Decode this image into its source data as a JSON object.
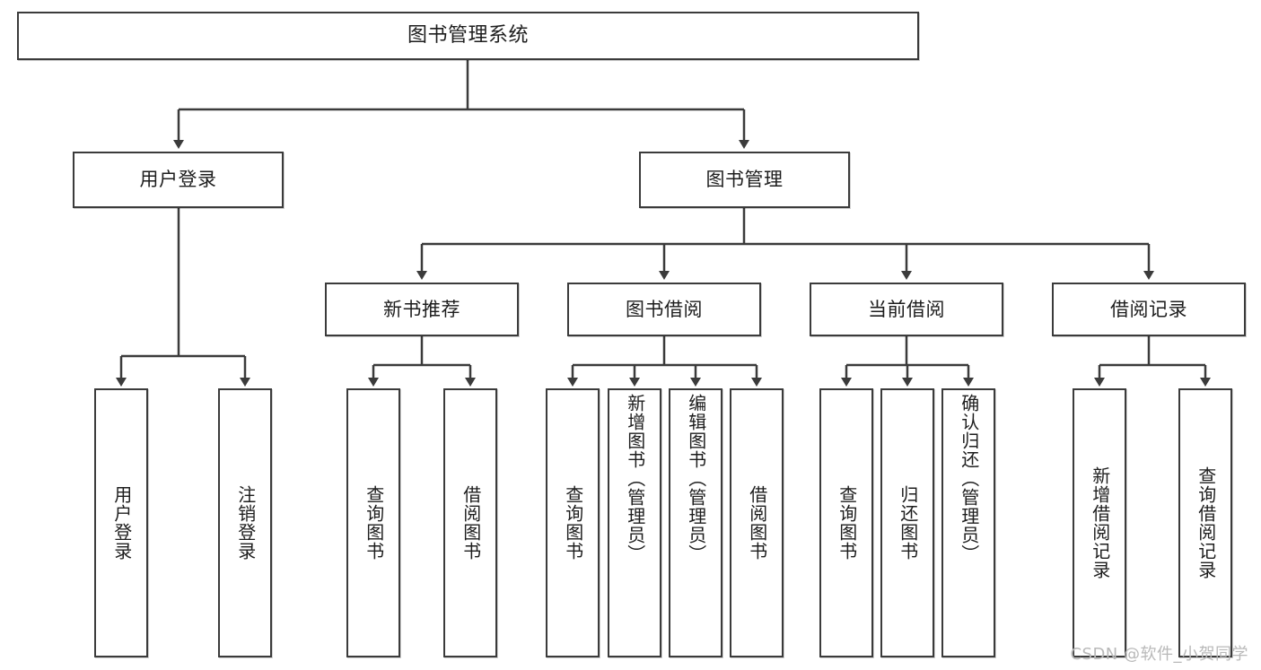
{
  "diagram": {
    "title": "图书管理系统",
    "type": "tree",
    "root": {
      "label": "图书管理系统"
    },
    "level2": [
      {
        "label": "用户登录"
      },
      {
        "label": "图书管理"
      }
    ],
    "level3": [
      {
        "label": "新书推荐"
      },
      {
        "label": "图书借阅"
      },
      {
        "label": "当前借阅"
      },
      {
        "label": "借阅记录"
      }
    ],
    "leaves": {
      "user_login": [
        {
          "label": "用户登录"
        },
        {
          "label": "注销登录"
        }
      ],
      "new_book_recommend": [
        {
          "label": "查询图书"
        },
        {
          "label": "借阅图书"
        }
      ],
      "book_borrow": [
        {
          "label": "查询图书"
        },
        {
          "label": "新增图书（管理员）"
        },
        {
          "label": "编辑图书（管理员）"
        },
        {
          "label": "借阅图书"
        }
      ],
      "current_borrow": [
        {
          "label": "查询图书"
        },
        {
          "label": "归还图书"
        },
        {
          "label": "确认归还（管理员）"
        }
      ],
      "borrow_record": [
        {
          "label": "新增借阅记录"
        },
        {
          "label": "查询借阅记录"
        }
      ]
    },
    "colors": {
      "stroke": "#3b3b3b",
      "fill": "#ffffff",
      "text": "#1d1d1d",
      "watermark": "#b9b9b9"
    }
  },
  "watermark": {
    "text": "CSDN @软件_小贺同学"
  }
}
